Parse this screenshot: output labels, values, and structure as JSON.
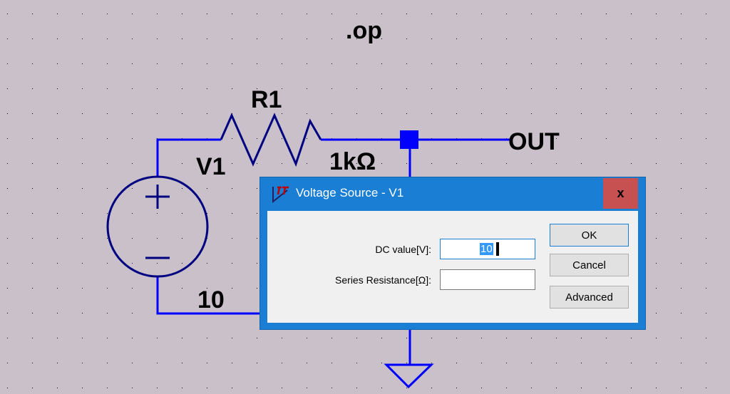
{
  "schematic": {
    "directive": ".op",
    "resistor": {
      "name": "R1",
      "value": "1kΩ"
    },
    "source": {
      "name": "V1",
      "value": "10"
    },
    "net_label": "OUT",
    "colors": {
      "wire": "#0000ff",
      "component": "#000080",
      "background": "#c9c0c9"
    }
  },
  "dialog": {
    "title": "Voltage Source - V1",
    "icon": "ltspice-logo-icon",
    "close_label": "x",
    "fields": [
      {
        "label": "DC value[V]:",
        "value": "10"
      },
      {
        "label": "Series Resistance[Ω]:",
        "value": ""
      }
    ],
    "buttons": {
      "ok": "OK",
      "cancel": "Cancel",
      "advanced": "Advanced"
    }
  }
}
